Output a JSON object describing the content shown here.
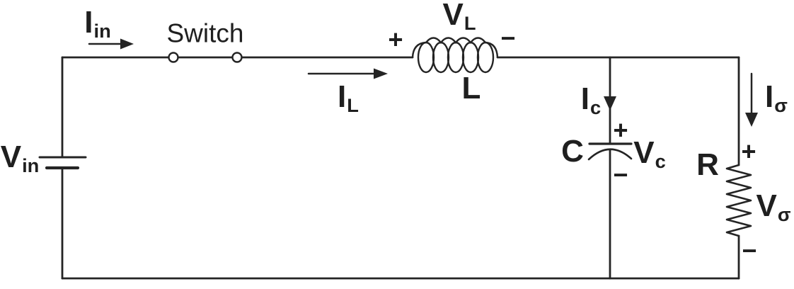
{
  "diagram": {
    "kind": "circuit-schematic",
    "background_color": "#ffffff",
    "line_color": "#242424"
  },
  "labels": {
    "input_current": {
      "base": "I",
      "sub": "in"
    },
    "switch": "Switch",
    "inductor_voltage": {
      "base": "V",
      "sub": "L"
    },
    "inductor_current": {
      "base": "I",
      "sub": "L"
    },
    "inductor": "L",
    "capacitor_current": {
      "base": "I",
      "sub": "c"
    },
    "capacitor": "C",
    "capacitor_voltage": {
      "base": "V",
      "sub": "c"
    },
    "source_voltage": {
      "base": "V",
      "sub": "in"
    },
    "load_current": {
      "base": "I",
      "sub": "σ"
    },
    "resistor": "R",
    "load_voltage": {
      "base": "V",
      "sub": "σ"
    },
    "plus": "+",
    "minus": "−"
  }
}
